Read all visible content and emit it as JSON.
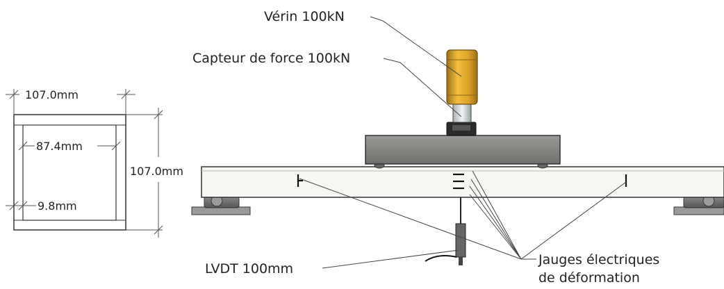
{
  "labels": {
    "actuator": "Vérin 100kN",
    "load_cell": "Capteur de force 100kN",
    "lvdt": "LVDT 100mm",
    "gauges_line1": "Jauges électriques",
    "gauges_line2": "de déformation"
  },
  "dimensions": {
    "outer_width": "107.0mm",
    "outer_height": "107.0mm",
    "inner_width": "87.4mm",
    "wall_thickness": "9.8mm"
  },
  "colors": {
    "actuator": "#e1a52a",
    "load_cell": "#2a2a2a",
    "spreader_beam": "#8a8a86",
    "beam": "#f6f6f3",
    "support": "#777777",
    "lines": "#333333"
  }
}
